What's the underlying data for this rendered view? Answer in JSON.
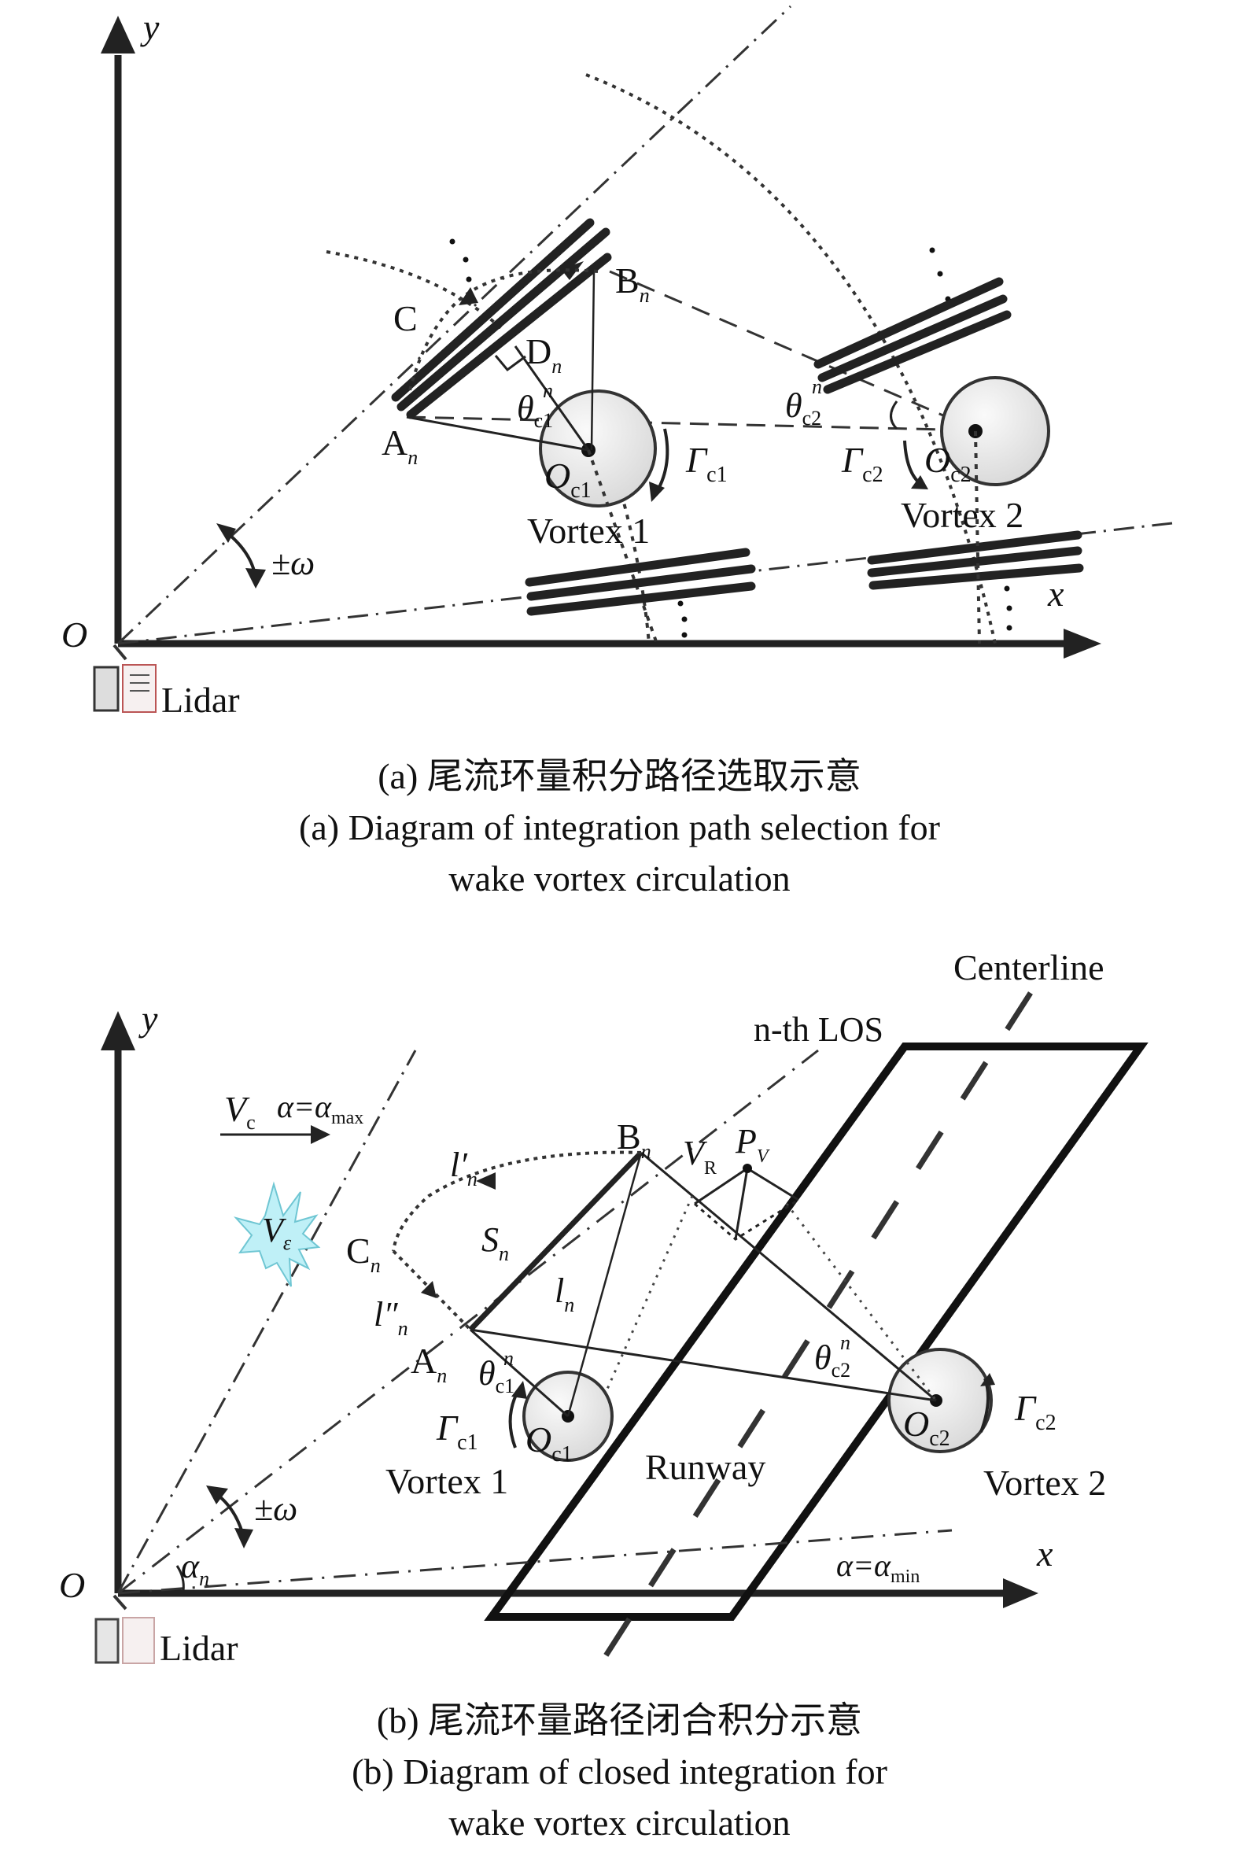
{
  "panel_a": {
    "axis_x": "x",
    "axis_y": "y",
    "origin": "O",
    "lidar": "Lidar",
    "scan_rate": "±ω",
    "point_C": "C",
    "point_A": "A",
    "point_B": "B",
    "point_D": "D",
    "sub_n": "n",
    "theta": "θ",
    "theta_c1_sub": "c1",
    "theta_c2_sub": "c2",
    "sup_n": "n",
    "gamma": "Γ",
    "gamma_c1_sub": "c1",
    "gamma_c2_sub": "c2",
    "core": "O",
    "core_c1_sub": "c1",
    "core_c2_sub": "c2",
    "vortex1": "Vortex 1",
    "vortex2": "Vortex 2",
    "caption_cn": "(a) 尾流环量积分路径选取示意",
    "caption_en_1": "(a) Diagram of integration path selection for",
    "caption_en_2": "wake vortex circulation"
  },
  "panel_b": {
    "axis_x": "x",
    "axis_y": "y",
    "origin": "O",
    "lidar": "Lidar",
    "scan_rate": "±ω",
    "alpha_n": "α",
    "alpha_n_sub": "n",
    "alpha_max": "α=α",
    "alpha_max_sub": "max",
    "alpha_min": "α=α",
    "alpha_min_sub": "min",
    "crosswind": "V",
    "crosswind_sub": "c",
    "turbulence": "V",
    "turbulence_sub": "ε",
    "los_label": "n-th LOS",
    "centerline": "Centerline",
    "runway": "Runway",
    "point_A": "A",
    "point_B": "B",
    "point_C": "C",
    "sub_n": "n",
    "l_prime": "l′",
    "l_dprime": "l″",
    "l_n": "l",
    "s_n": "S",
    "v_r": "V",
    "v_r_sub": "R",
    "p_v": "P",
    "p_v_sub": "V",
    "theta": "θ",
    "theta_c1_sub": "c1",
    "theta_c2_sub": "c2",
    "sup_n": "n",
    "gamma": "Γ",
    "gamma_c1_sub": "c1",
    "gamma_c2_sub": "c2",
    "core": "O",
    "core_c1_sub": "c1",
    "core_c2_sub": "c2",
    "vortex1": "Vortex 1",
    "vortex2": "Vortex 2",
    "caption_cn": "(b) 尾流环量路径闭合积分示意",
    "caption_en_1": "(b) Diagram of closed integration for",
    "caption_en_2": "wake vortex circulation"
  },
  "colors": {
    "ink": "#111111",
    "vortex_fill": "#e6e6e6",
    "turbulence_fill": "#bff0f7",
    "turbulence_stroke": "#6fc6d3"
  }
}
